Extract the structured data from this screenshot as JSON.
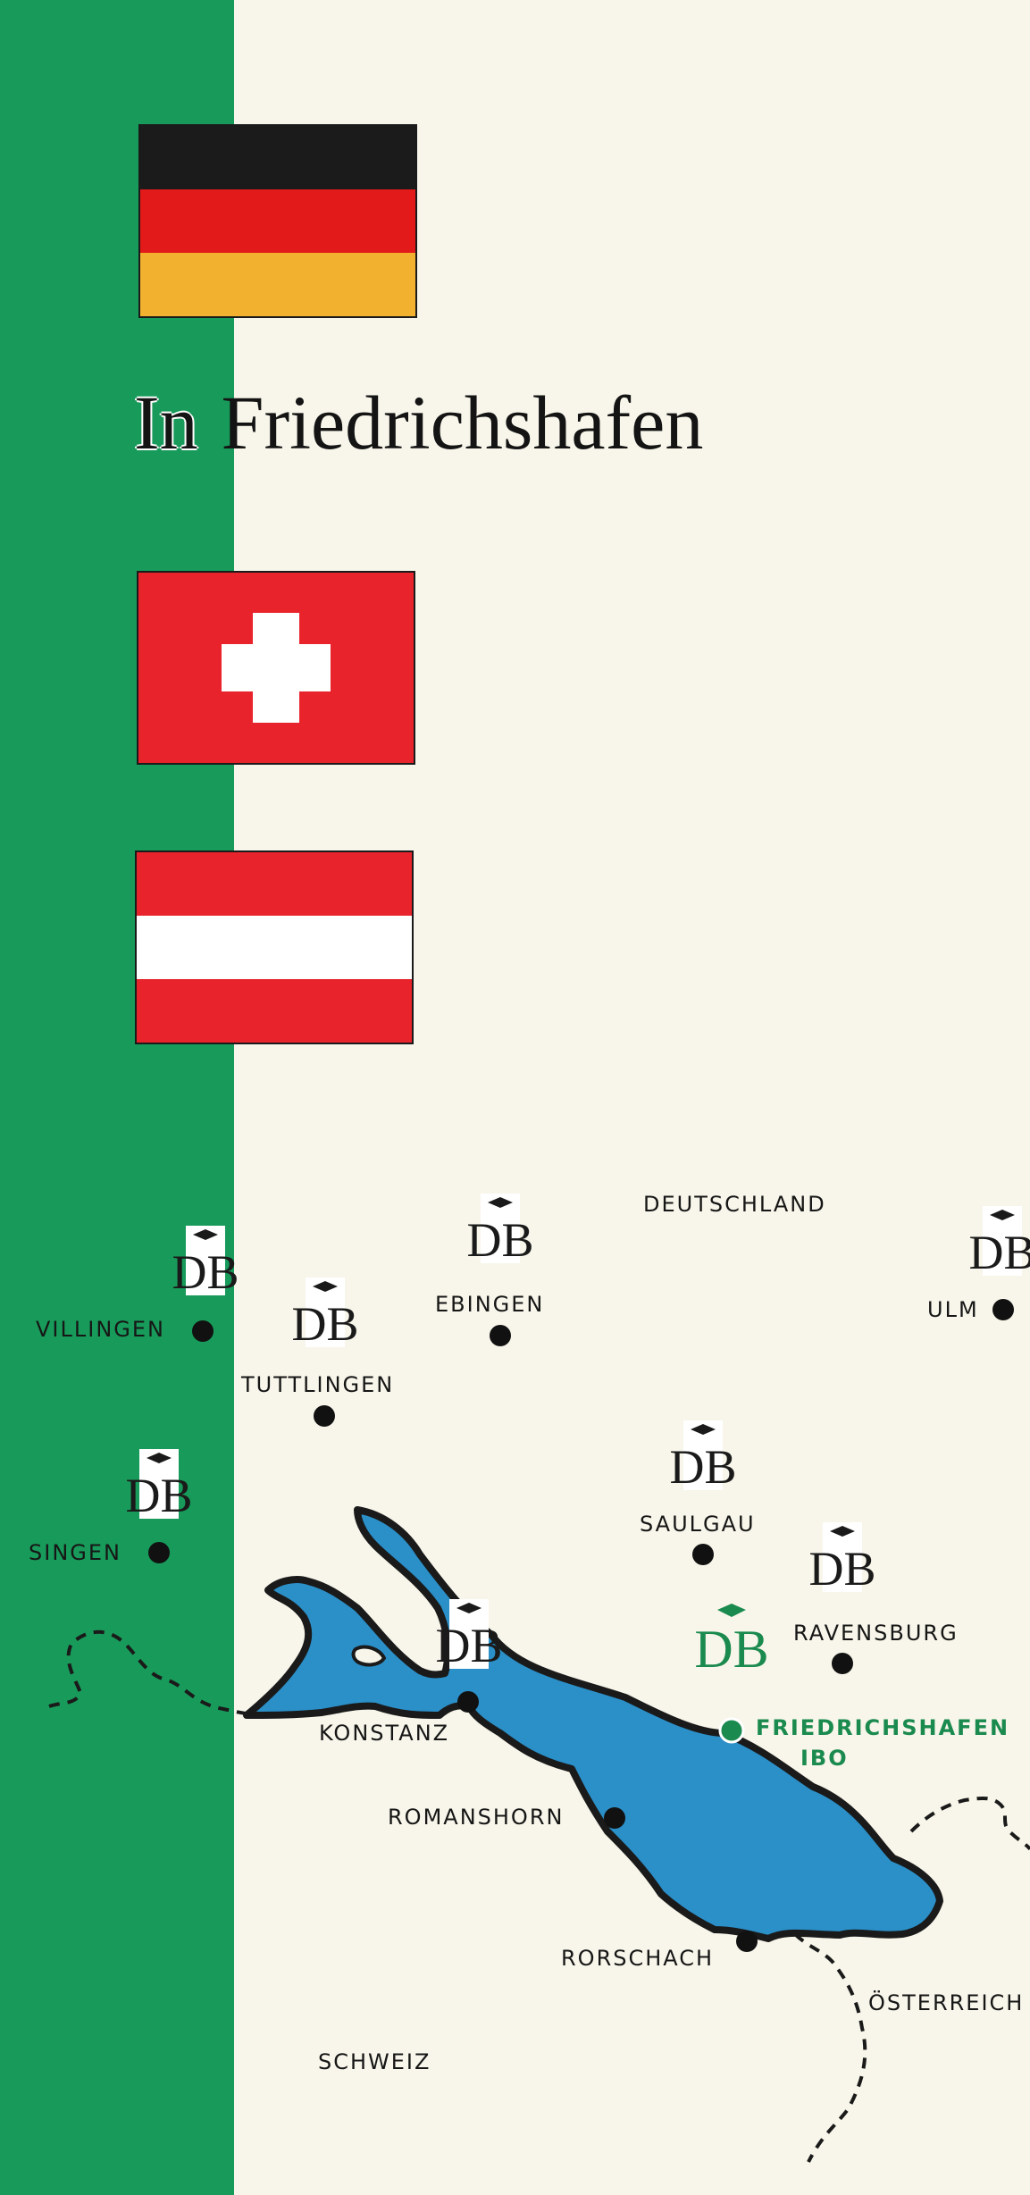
{
  "title": {
    "word1": "In",
    "word2": "Friedrichshafen"
  },
  "flags": [
    {
      "name": "germany",
      "colors": [
        "#1b1b1b",
        "#e21a1a",
        "#f2b22f"
      ]
    },
    {
      "name": "switzerland",
      "colors": [
        "#e8232b",
        "#ffffff"
      ]
    },
    {
      "name": "austria",
      "colors": [
        "#e8232b",
        "#ffffff",
        "#e8232b"
      ]
    }
  ],
  "colors": {
    "strip": "#189b5a",
    "lake": "#2b8fc8",
    "paper": "#f8f6ea",
    "highlight": "#1b8a4f"
  },
  "map": {
    "countries": {
      "deutschland": "DEUTSCHLAND",
      "schweiz": "SCHWEIZ",
      "oesterreich": "ÖSTERREICH"
    },
    "places": {
      "villingen": "VILLINGEN",
      "tuttlingen": "TUTTLINGEN",
      "ebingen": "EBINGEN",
      "ulm": "ULM",
      "singen": "SINGEN",
      "saulgau": "SAULGAU",
      "ravensburg": "RAVENSBURG",
      "konstanz": "KONSTANZ",
      "friedrichshafen": "FRIEDRICHSHAFEN",
      "ibo": "IBO",
      "romanshorn": "ROMANSHORN",
      "rorschach": "RORSCHACH"
    },
    "logo_icon": "db-logo-icon"
  }
}
